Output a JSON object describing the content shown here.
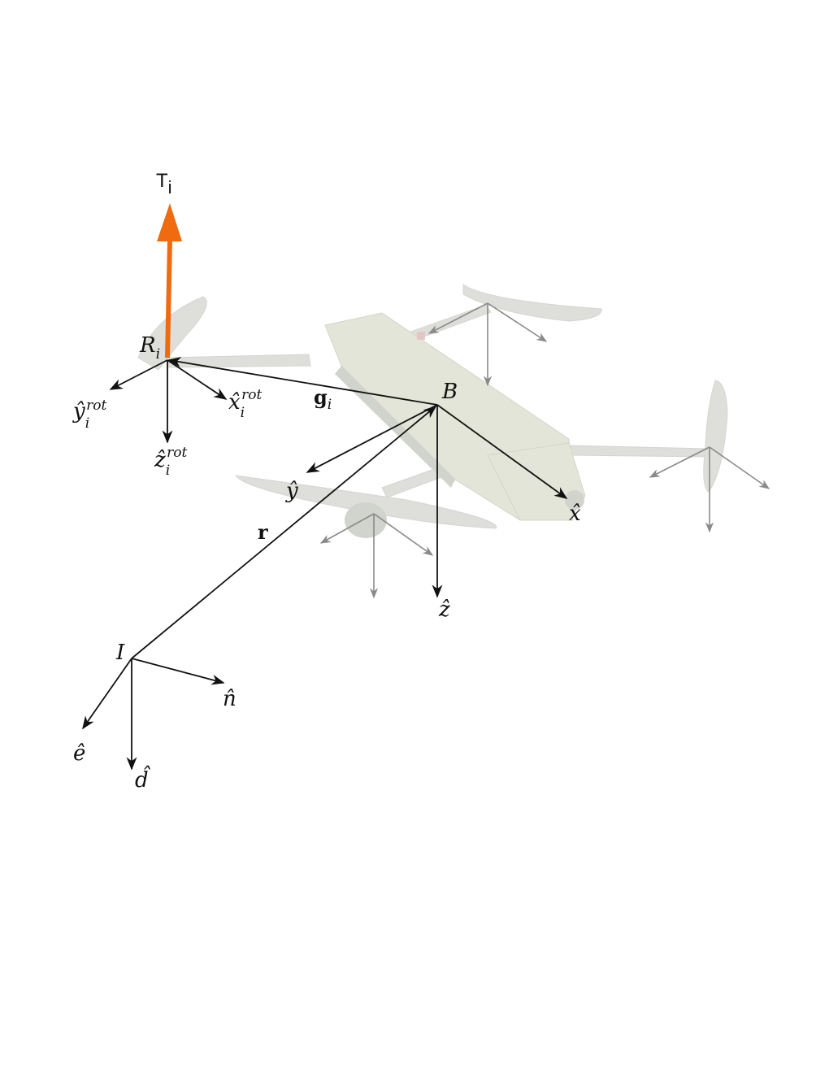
{
  "labels": {
    "thrust": "T",
    "thrust_sub": "i",
    "rotor_point": "R",
    "rotor_point_sub": "i",
    "x_rot": "x̂",
    "x_rot_sub": "i",
    "x_rot_sup": "rot",
    "y_rot": "ŷ",
    "y_rot_sub": "i",
    "y_rot_sup": "rot",
    "z_rot": "ẑ",
    "z_rot_sub": "i",
    "z_rot_sup": "rot",
    "g_vec": "g",
    "g_vec_sub": "i",
    "body_origin": "B",
    "body_x": "x̂",
    "body_y": "ŷ",
    "body_z": "ẑ",
    "position_vec": "r",
    "inertial_origin": "I",
    "north": "n̂",
    "east": "ê",
    "down": "d̂"
  },
  "colors": {
    "thrust_arrow": "#f06a10",
    "axis": "#111111",
    "faded_axis": "#8a8a8a",
    "drone_body": "#c9cbc2"
  }
}
